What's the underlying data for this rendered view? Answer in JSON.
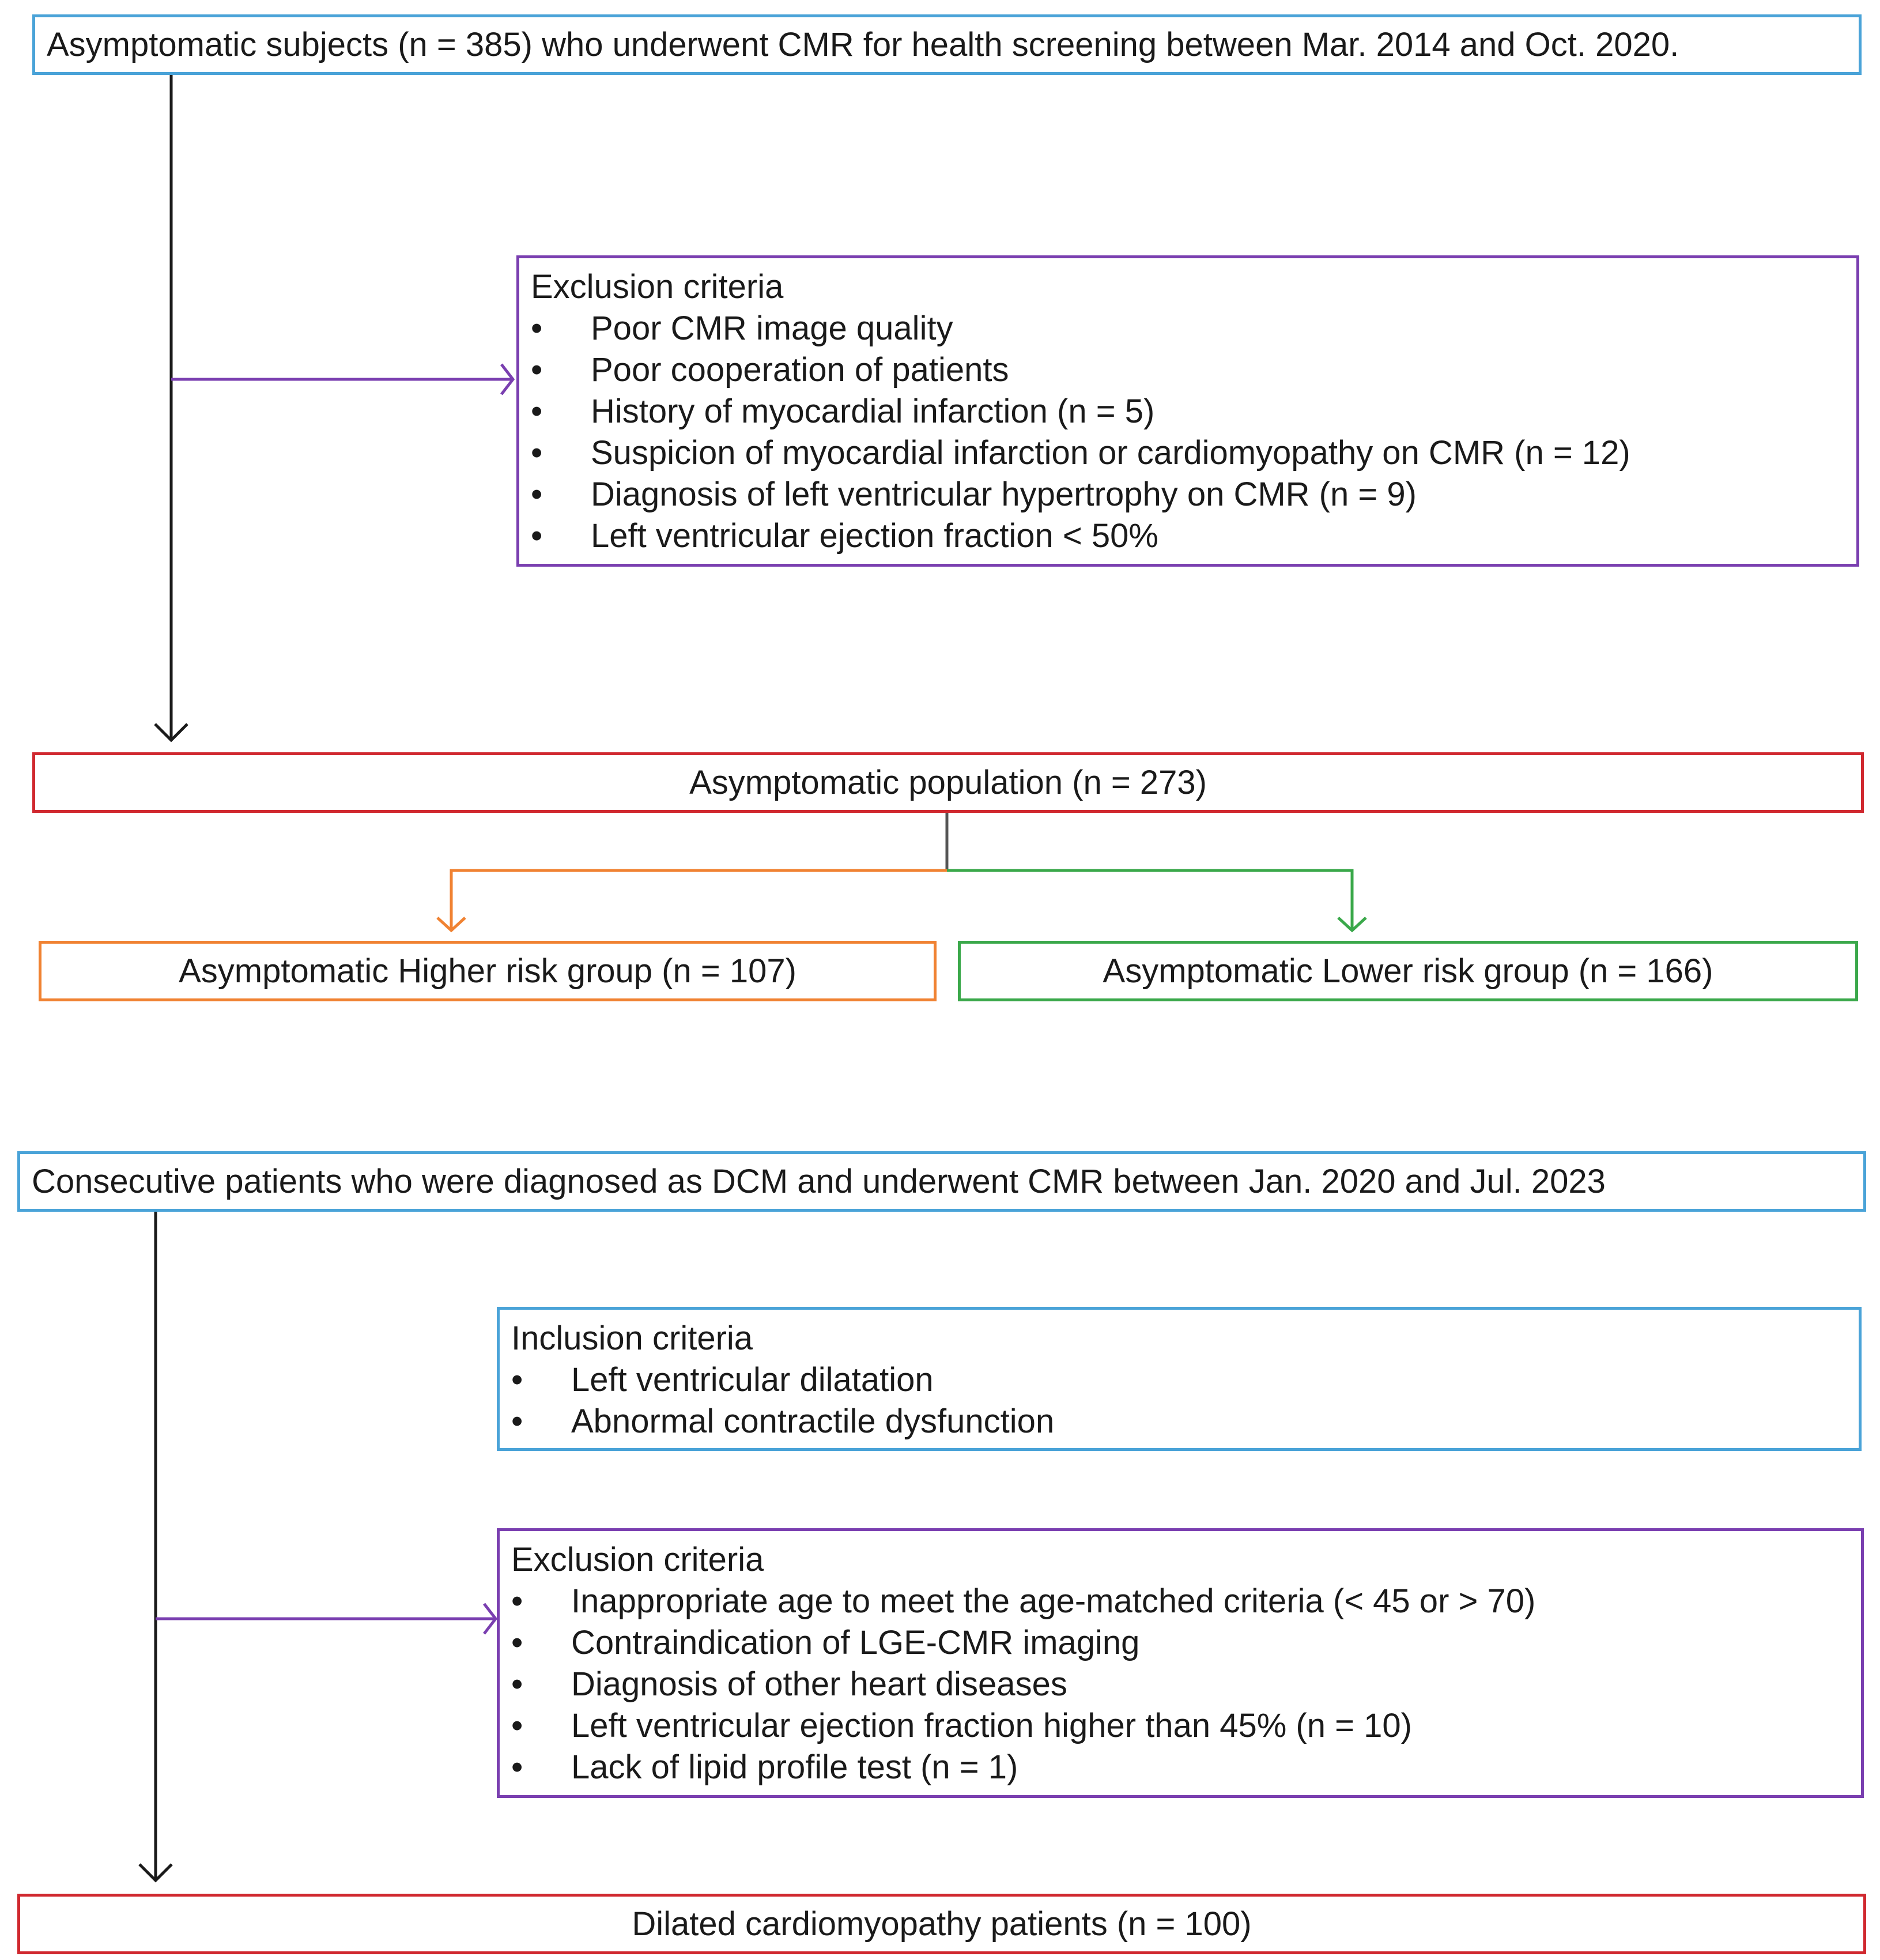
{
  "colors": {
    "blue": "#4aa3d8",
    "purple": "#7a3fb0",
    "red": "#d0282f",
    "orange": "#f08232",
    "green": "#3aa84a",
    "black": "#1a1a1a",
    "gray": "#555555"
  },
  "bullet_glyph": "•",
  "section1": {
    "source": "Asymptomatic subjects (n = 385) who underwent CMR for health screening between Mar. 2014 and Oct. 2020.",
    "exclusion": {
      "title": "Exclusion criteria",
      "items": [
        "Poor CMR image quality",
        "Poor cooperation of patients",
        "History of myocardial infarction (n = 5)",
        "Suspicion of myocardial infarction or cardiomyopathy on CMR (n = 12)",
        "Diagnosis of left ventricular hypertrophy on CMR (n = 9)",
        "Left ventricular ejection fraction < 50%"
      ]
    },
    "population": "Asymptomatic population (n = 273)",
    "higher_risk": "Asymptomatic Higher risk group (n = 107)",
    "lower_risk": "Asymptomatic Lower risk group (n = 166)"
  },
  "section2": {
    "source": "Consecutive patients who were diagnosed as DCM and underwent CMR between Jan. 2020 and Jul. 2023",
    "inclusion": {
      "title": "Inclusion criteria",
      "items": [
        "Left ventricular dilatation",
        "Abnormal contractile dysfunction"
      ]
    },
    "exclusion": {
      "title": "Exclusion criteria",
      "items": [
        "Inappropriate age to meet the age-matched criteria (< 45 or > 70)",
        "Contraindication of LGE-CMR imaging",
        "Diagnosis of other heart diseases",
        "Left ventricular ejection fraction higher than 45% (n = 10)",
        "Lack of lipid profile test (n = 1)"
      ]
    },
    "result": "Dilated cardiomyopathy patients (n = 100)"
  }
}
